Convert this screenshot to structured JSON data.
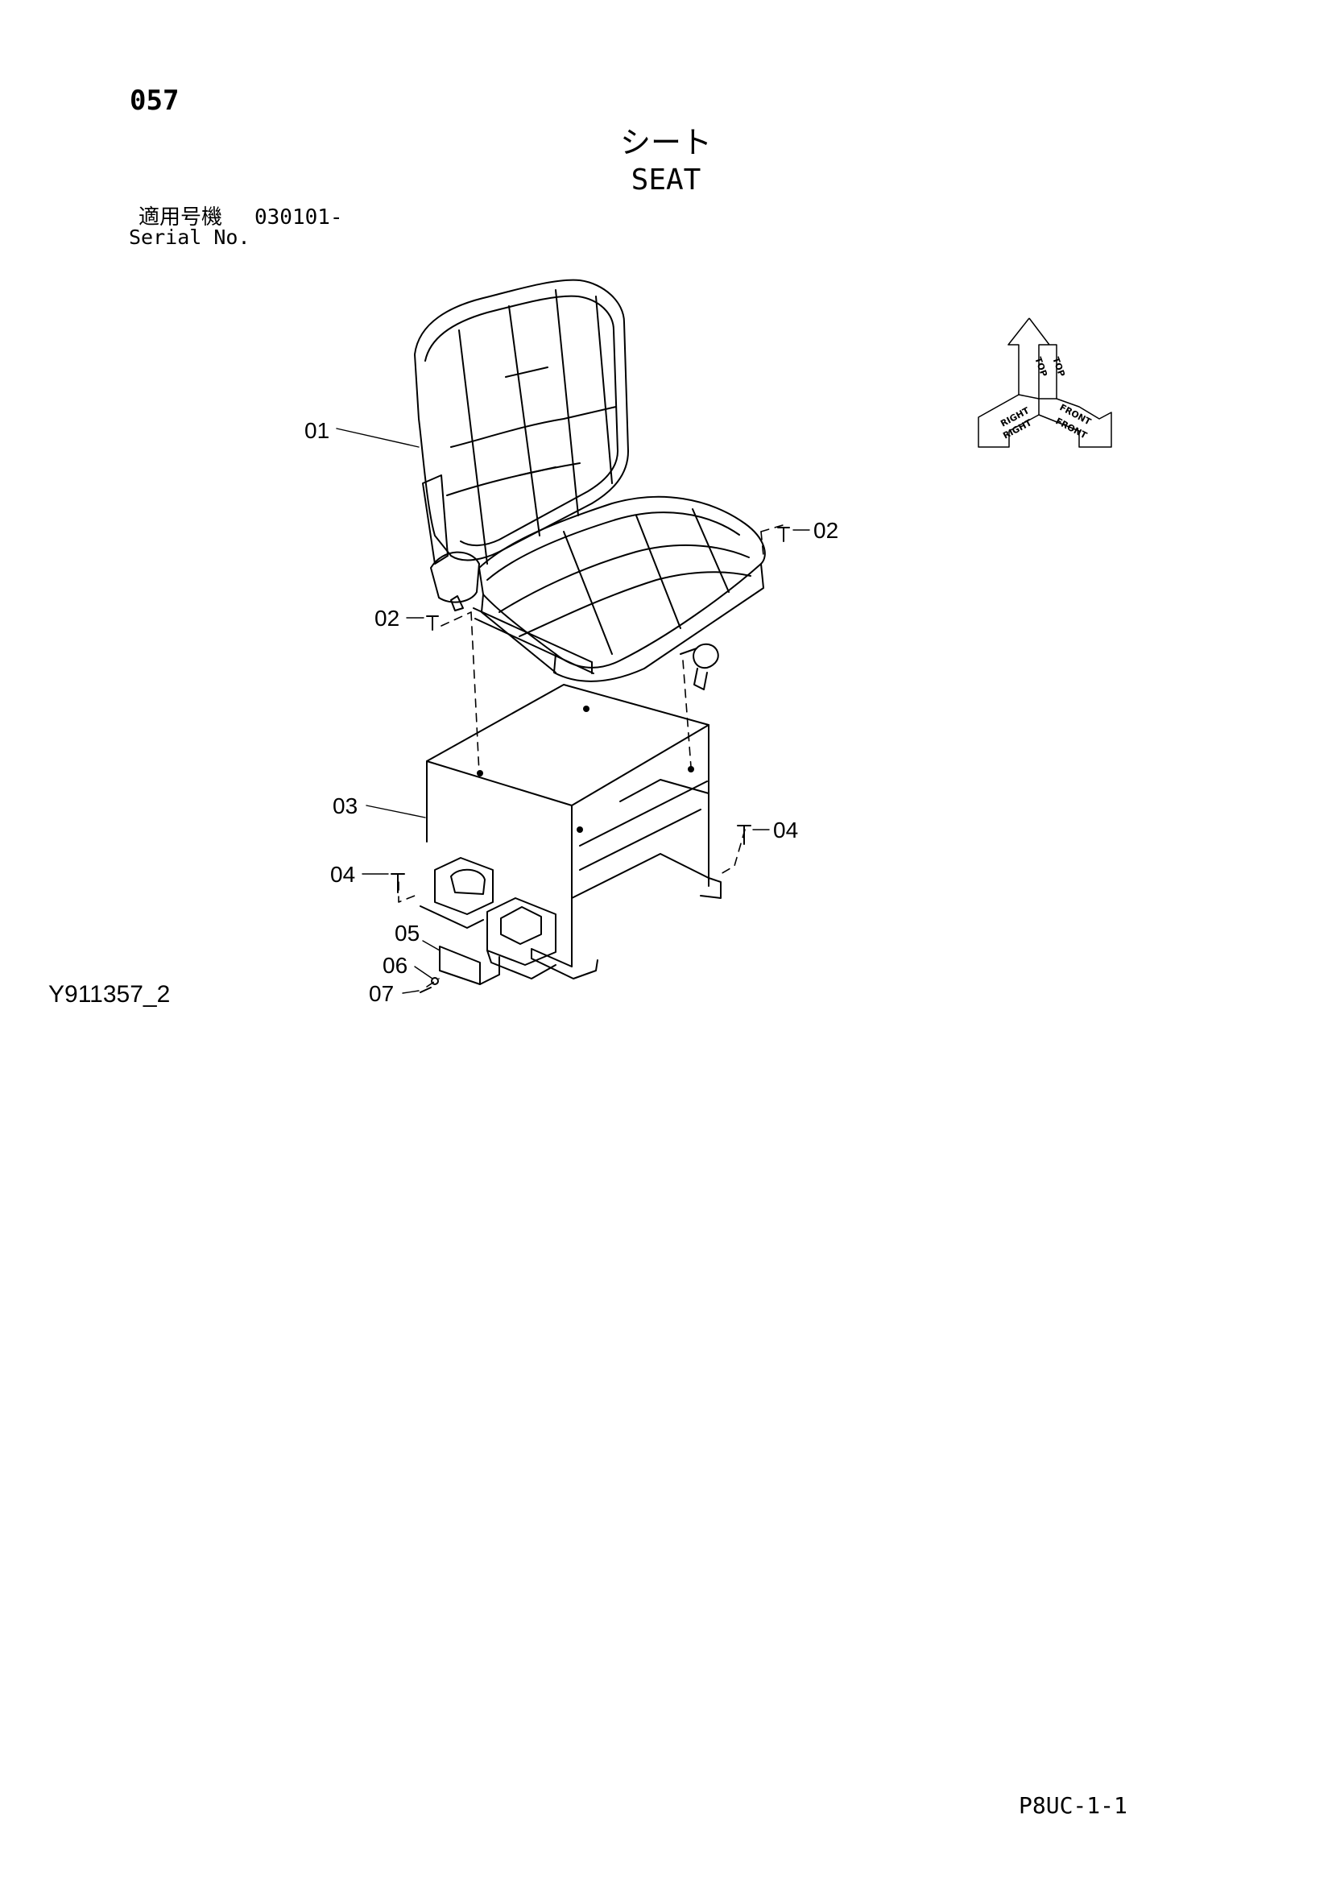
{
  "header": {
    "page_number": "057",
    "title_jp": "シート",
    "title_en": "SEAT",
    "serial_label_jp": "適用号機",
    "serial_value": "030101-",
    "serial_label_en": "Serial No."
  },
  "orientation": {
    "top": "TOP",
    "right": "RIGHT",
    "front": "FRONT"
  },
  "callouts": [
    "01",
    "02",
    "02",
    "03",
    "04",
    "04",
    "05",
    "06",
    "07"
  ],
  "footer": {
    "drawing_id": "Y911357_2",
    "page_code": "P8UC-1-1"
  },
  "colors": {
    "line": "#000000",
    "background": "#ffffff"
  }
}
